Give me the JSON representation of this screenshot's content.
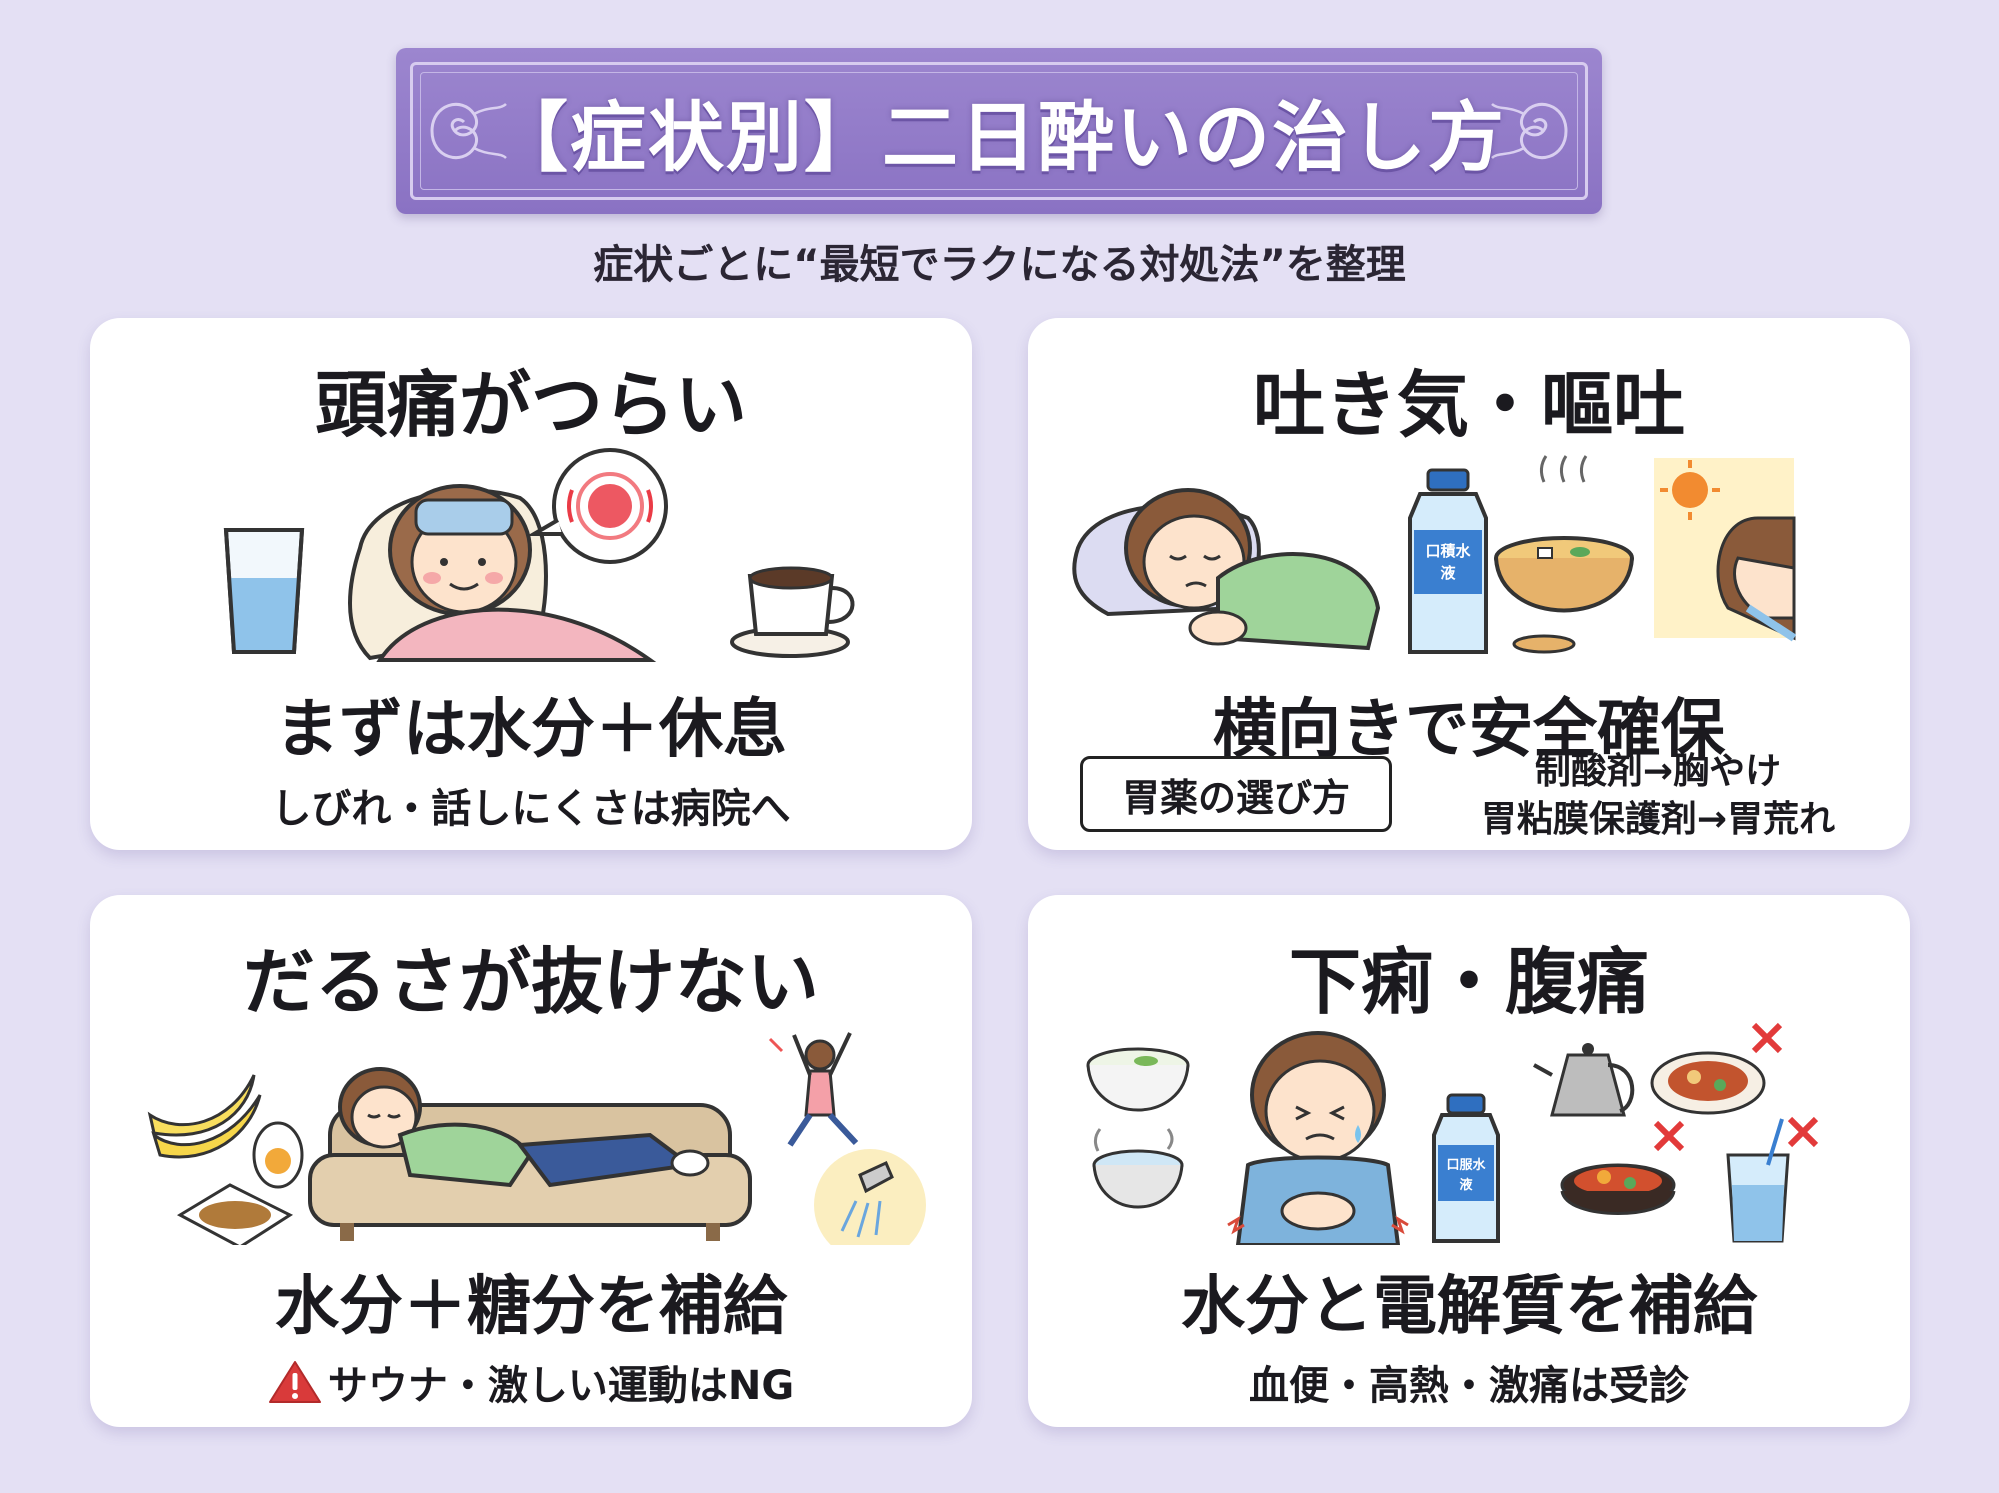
{
  "header": {
    "title": "【症状別】二日酔いの治し方",
    "subtitle": "症状ごとに“最短でラクになる対処法”を整理"
  },
  "cards": [
    {
      "title": "頭痛がつらい",
      "main": "まずは水分＋休息",
      "sub": "しびれ・話しにくさは病院へ"
    },
    {
      "title": "吐き気・嘔吐",
      "main": "横向きで安全確保",
      "medicine_label": "胃薬の選び方",
      "medicine_lines": [
        "制酸剤→胸やけ",
        "胃粘膜保護剤→胃荒れ"
      ],
      "bottle_label_1": "口積水",
      "bottle_label_2": "液"
    },
    {
      "title": "だるさが抜けない",
      "main": "水分＋糖分を補給",
      "sub": "サウナ・激しい運動はNG"
    },
    {
      "title": "下痢・腹痛",
      "main": "水分と電解質を補給",
      "sub": "血便・高熱・激痛は受診",
      "bottle_label_1": "口服水",
      "bottle_label_2": "液"
    }
  ],
  "colors": {
    "background": "#e4e0f4",
    "banner": "#8a72c3",
    "card": "#ffffff",
    "warning": "#d93a3a"
  },
  "icons": [
    "cold-pack-icon",
    "pain-burst-icon",
    "water-glass-icon",
    "coffee-cup-icon",
    "water-bottle-icon",
    "miso-soup-icon",
    "sun-icon",
    "banana-icon",
    "egg-icon",
    "natto-icon",
    "stretch-person-icon",
    "shower-icon",
    "rice-bowl-icon",
    "broth-bowl-icon",
    "kettle-icon",
    "cross-icon",
    "warning-icon"
  ]
}
